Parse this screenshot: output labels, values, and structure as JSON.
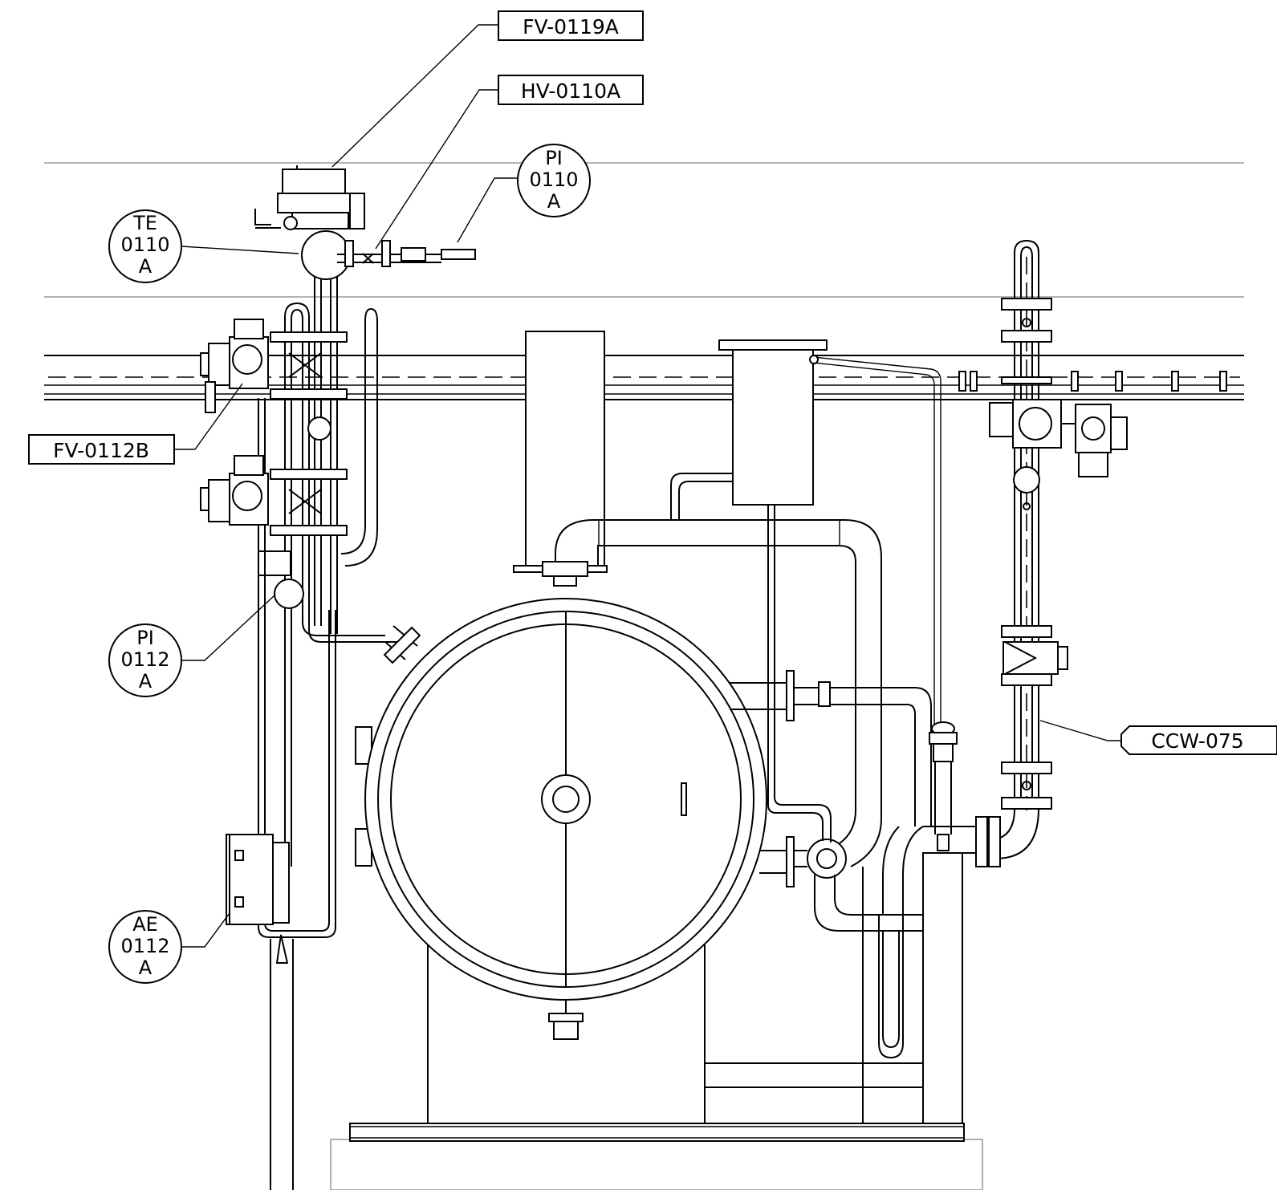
{
  "tags": {
    "fv_0119a": "FV-0119A",
    "hv_0110a": "HV-0110A",
    "fv_0112b": "FV-0112B",
    "ccw_075": "CCW-075"
  },
  "bubbles": {
    "te_0110a": {
      "l1": "TE",
      "l2": "0110",
      "l3": "A"
    },
    "pi_0110a": {
      "l1": "PI",
      "l2": "0110",
      "l3": "A"
    },
    "pi_0112a": {
      "l1": "PI",
      "l2": "0112",
      "l3": "A"
    },
    "ae_0112a": {
      "l1": "AE",
      "l2": "0112",
      "l3": "A"
    }
  }
}
